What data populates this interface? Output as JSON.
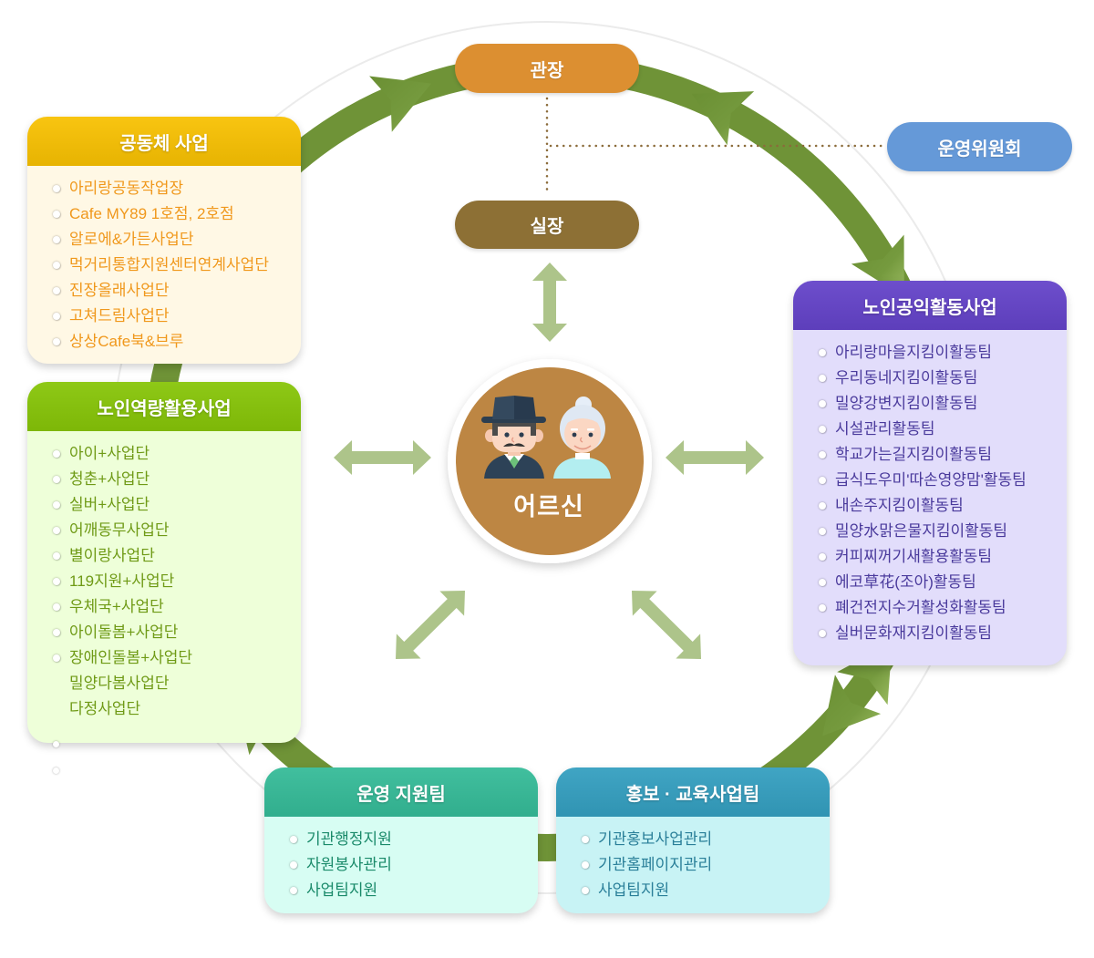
{
  "diagram": {
    "director": {
      "label": "관장",
      "color": "#dc8f31"
    },
    "committee": {
      "label": "운영위원회",
      "color": "#6599d8"
    },
    "manager": {
      "label": "실장",
      "color": "#8d7035"
    },
    "center": {
      "label": "어르신",
      "icon": "elderly-couple-icon",
      "color": "#bd8643"
    },
    "ring_color": "#6f9337",
    "connector_color": "#adc48a",
    "dotted_line_color": "#8b6b3a"
  },
  "groups": {
    "community": {
      "title": "공동체 사업",
      "header_color": "#f8c102",
      "body_color": "#fff8e5",
      "text_color": "#f0981c",
      "items": [
        {
          "text": "아리랑공동작업장",
          "bullet": true
        },
        {
          "text": "Cafe MY89 1호점, 2호점",
          "bullet": true
        },
        {
          "text": "알로에&가든사업단",
          "bullet": true
        },
        {
          "text": "먹거리통합지원센터연계사업단",
          "bullet": true
        },
        {
          "text": "진장올래사업단",
          "bullet": true
        },
        {
          "text": "고쳐드림사업단",
          "bullet": true
        },
        {
          "text": "상상Cafe북&브루",
          "bullet": true
        }
      ]
    },
    "capacity": {
      "title": "노인역량활용사업",
      "header_color": "#87c508",
      "body_color": "#eeffd9",
      "text_color": "#6f9a16",
      "items": [
        {
          "text": "아이+사업단",
          "bullet": true
        },
        {
          "text": "청춘+사업단",
          "bullet": true
        },
        {
          "text": "실버+사업단",
          "bullet": true
        },
        {
          "text": "어깨동무사업단",
          "bullet": true
        },
        {
          "text": "별이랑사업단",
          "bullet": true
        },
        {
          "text": "119지원+사업단",
          "bullet": true
        },
        {
          "text": "우체국+사업단",
          "bullet": true
        },
        {
          "text": "아이돌봄+사업단",
          "bullet": true
        },
        {
          "text": "장애인돌봄+사업단",
          "bullet": true
        },
        {
          "text": "밀양다봄사업단",
          "bullet": false
        },
        {
          "text": "다정사업단",
          "bullet": false
        }
      ]
    },
    "public_service": {
      "title": "노인공익활동사업",
      "header_color": "#6443c9",
      "body_color": "#e2ddfb",
      "text_color": "#4a3a9c",
      "items": [
        {
          "text": "아리랑마을지킴이활동팀",
          "bullet": true
        },
        {
          "text": "우리동네지킴이활동팀",
          "bullet": true
        },
        {
          "text": "밀양강변지킴이활동팀",
          "bullet": true
        },
        {
          "text": "시설관리활동팀",
          "bullet": true
        },
        {
          "text": "학교가는길지킴이활동팀",
          "bullet": true
        },
        {
          "text": "급식도우미'따손영양맘'활동팀",
          "bullet": true
        },
        {
          "text": "내손주지킴이활동팀",
          "bullet": true
        },
        {
          "text": "밀양水맑은물지킴이활동팀",
          "bullet": true
        },
        {
          "text": "커피찌꺼기새활용활동팀",
          "bullet": true
        },
        {
          "text": "에코草花(조아)활동팀",
          "bullet": true
        },
        {
          "text": "폐건전지수거활성화활동팀",
          "bullet": true
        },
        {
          "text": "실버문화재지킴이활동팀",
          "bullet": true
        }
      ]
    },
    "operations": {
      "title": "운영 지원팀",
      "header_color": "#35bb98",
      "body_color": "#d7fdf3",
      "text_color": "#1a8a6a",
      "items": [
        {
          "text": "기관행정지원",
          "bullet": true
        },
        {
          "text": "자원봉사관리",
          "bullet": true
        },
        {
          "text": "사업팀지원",
          "bullet": true
        }
      ]
    },
    "promotion": {
      "title": "홍보 · 교육사업팀",
      "header_color": "#349fc0",
      "body_color": "#c8f3f5",
      "text_color": "#2a7f99",
      "items": [
        {
          "text": "기관홍보사업관리",
          "bullet": true
        },
        {
          "text": "기관홈페이지관리",
          "bullet": true
        },
        {
          "text": "사업팀지원",
          "bullet": true
        }
      ]
    }
  }
}
